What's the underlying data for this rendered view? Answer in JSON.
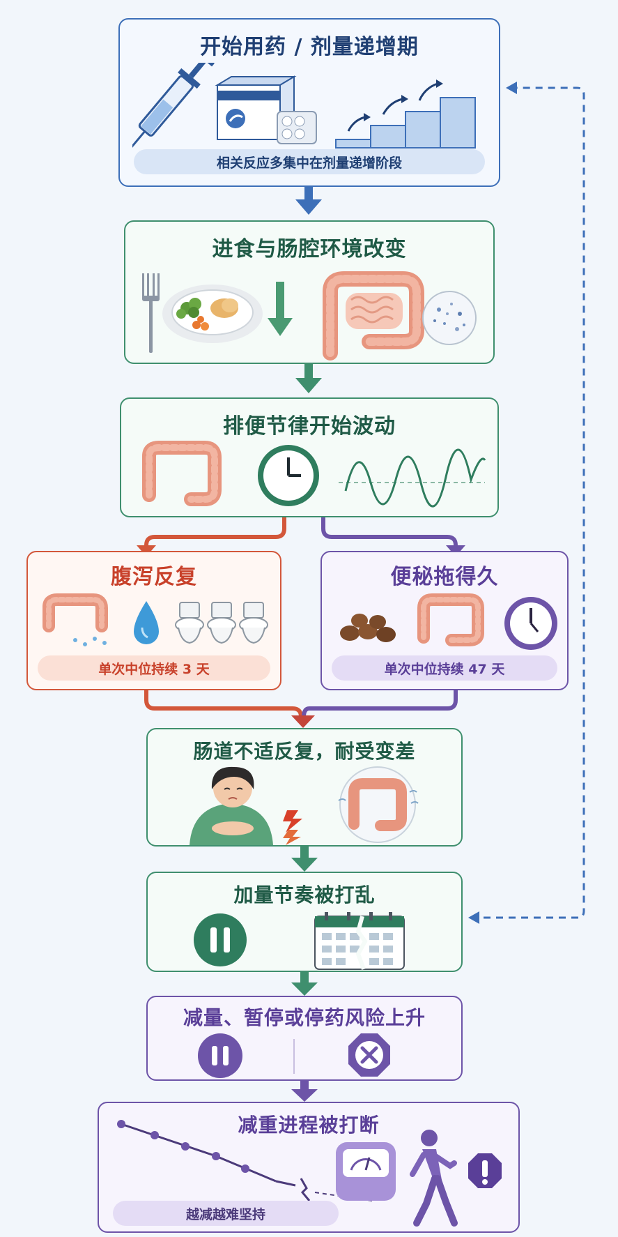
{
  "steps": {
    "s1": {
      "title": "开始用药 / 剂量递增期",
      "note": "相关反应多集中在剂量递增阶段"
    },
    "s2": {
      "title": "进食与肠腔环境改变"
    },
    "s3": {
      "title": "排便节律开始波动"
    },
    "diarrhea": {
      "title": "腹泻反复",
      "note": "单次中位持续 3 天"
    },
    "constipation": {
      "title": "便秘拖得久",
      "note": "单次中位持续 47 天"
    },
    "s5": {
      "title": "肠道不适反复，耐受变差"
    },
    "s6": {
      "title": "加量节奏被打乱"
    },
    "s7": {
      "title": "减量、暂停或停药风险上升"
    },
    "s8": {
      "title": "减重进程被打断",
      "note": "越减越难坚持"
    }
  },
  "colors": {
    "blue": "#3d6fb8",
    "green": "#3f8f6e",
    "orange": "#d3573a",
    "purple": "#6d54a8"
  }
}
